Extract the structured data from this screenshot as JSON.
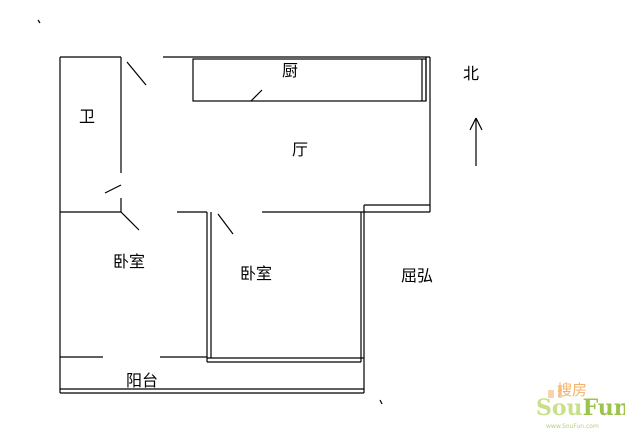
{
  "rooms": {
    "kitchen": "厨",
    "bathroom": "卫",
    "living_room": "厅",
    "bedroom_left": "卧室",
    "bedroom_right": "卧室",
    "balcony": "阳台",
    "bay": "屈弘"
  },
  "compass": {
    "label": "北",
    "icon": "north-arrow-icon"
  },
  "watermark": {
    "brand": "SouFun",
    "cn": "搜房",
    "url": "www.SouFun.com",
    "colors": {
      "sou": "#c9e08a",
      "fun": "#9cc44a",
      "cn": "#f3b26b"
    }
  }
}
